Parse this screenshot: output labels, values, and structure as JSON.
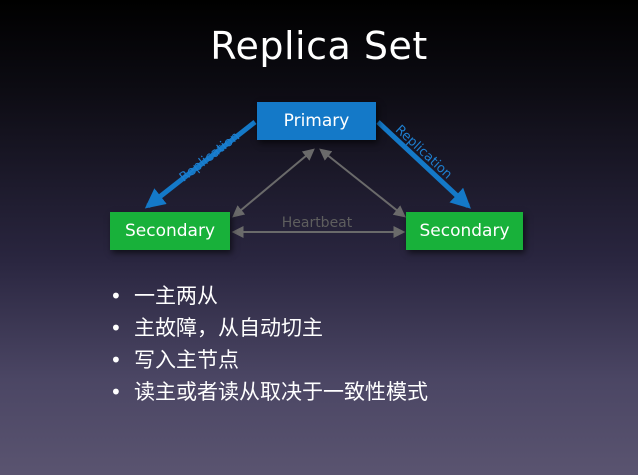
{
  "title": "Replica Set",
  "nodes": {
    "primary": "Primary",
    "secondary_left": "Secondary",
    "secondary_right": "Secondary"
  },
  "edges": {
    "replication_left": "Replication",
    "replication_right": "Replication",
    "heartbeat": "Heartbeat"
  },
  "bullets": [
    "一主两从",
    "主故障，从自动切主",
    "写入主节点",
    "读主或者读从取决于一致性模式"
  ],
  "colors": {
    "primary": "#1479c8",
    "secondary": "#18b13a",
    "replication_arrow": "#1479c8",
    "heartbeat_arrow": "#6a6a6a"
  }
}
